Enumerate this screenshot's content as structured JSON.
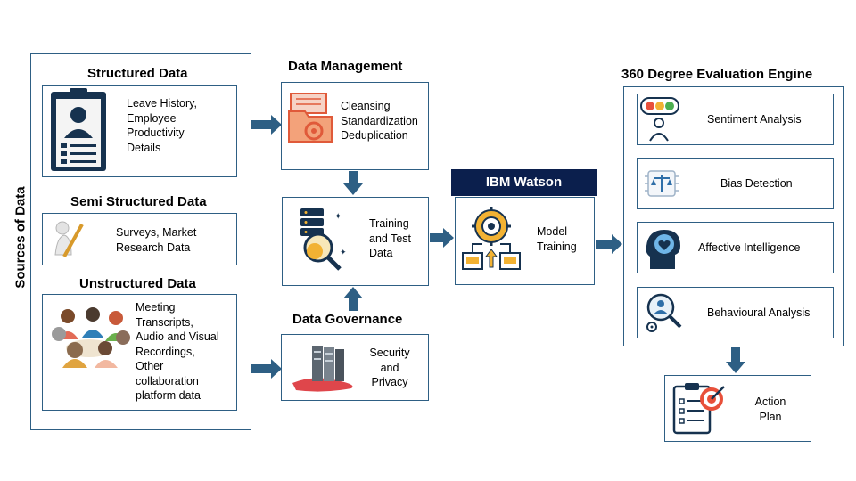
{
  "sources_label": "Sources of Data",
  "sources": {
    "structured": {
      "title": "Structured Data",
      "text": "Leave History,\nEmployee\nProductivity\nDetails"
    },
    "semi_structured": {
      "title": "Semi Structured Data",
      "text": "Surveys, Market\nResearch Data"
    },
    "unstructured": {
      "title": "Unstructured Data",
      "text": "Meeting\nTranscripts,\nAudio and Visual\nRecordings,\nOther\ncollaboration\nplatform data"
    }
  },
  "data_management": {
    "title": "Data Management",
    "text": "Cleansing\nStandardization\nDeduplication"
  },
  "training_data": {
    "text": "Training\nand Test\nData"
  },
  "data_governance": {
    "title": "Data Governance",
    "text": "Security\nand\nPrivacy"
  },
  "ibm_watson": {
    "title": "IBM Watson",
    "text": "Model\nTraining"
  },
  "evaluation_engine": {
    "title": "360 Degree Evaluation Engine",
    "items": [
      {
        "label": "Sentiment Analysis"
      },
      {
        "label": "Bias Detection"
      },
      {
        "label": "Affective Intelligence"
      },
      {
        "label": "Behavioural Analysis"
      }
    ]
  },
  "action_plan": {
    "text": "Action\nPlan"
  },
  "colors": {
    "border": "#2e5f84",
    "arrow": "#2e5f84",
    "watson_bg": "#0b1f4d"
  }
}
